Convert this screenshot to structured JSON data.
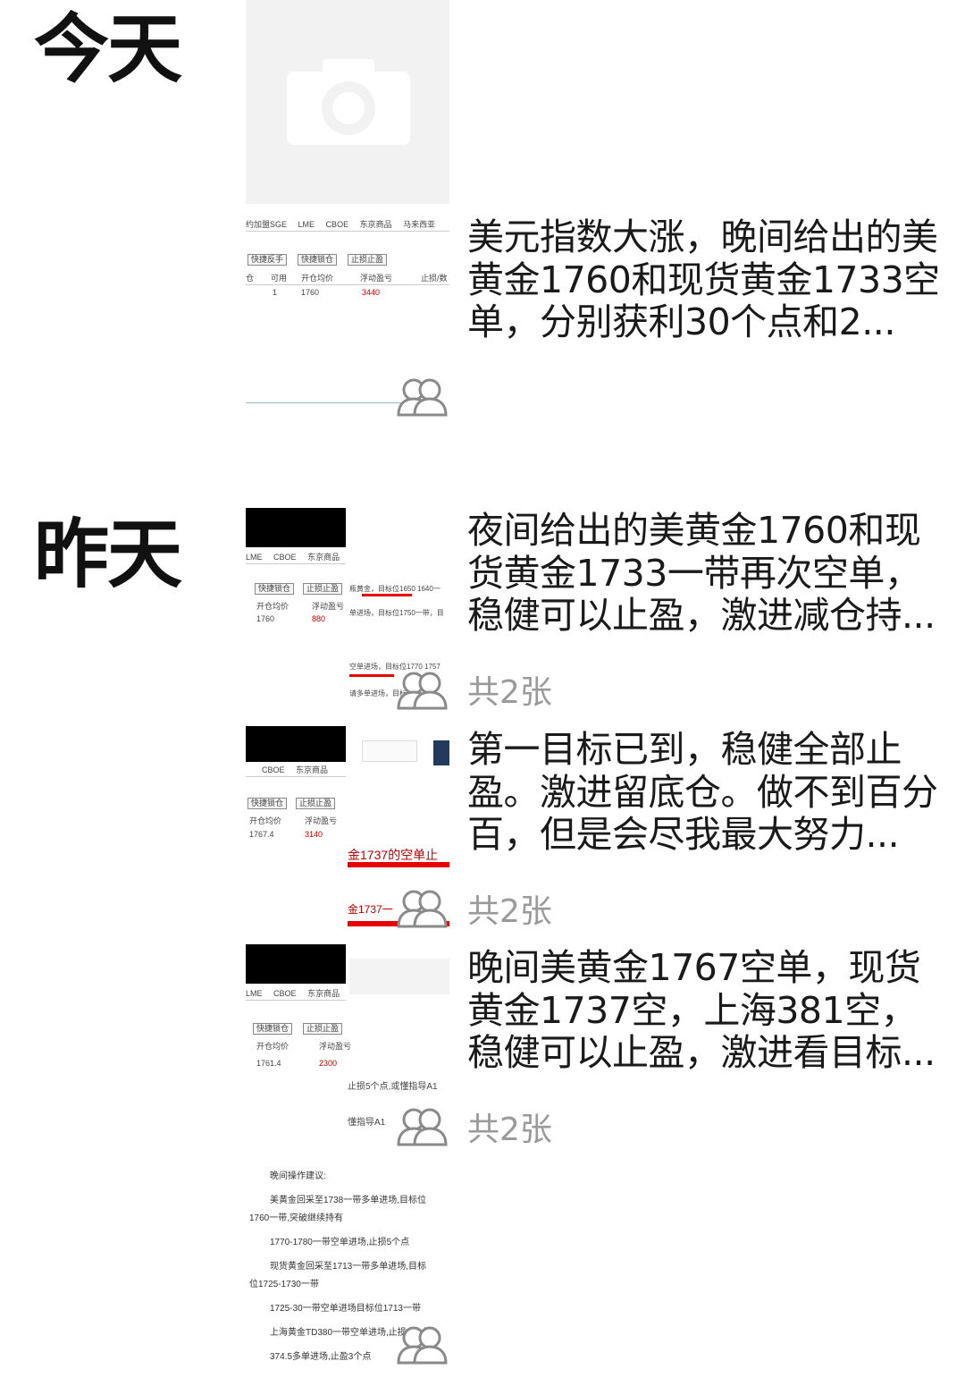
{
  "sections": {
    "today": "今天",
    "yesterday": "昨天"
  },
  "posts": [
    {
      "text": "美元指数大涨，晚间给出的美黄金1760和现货黄金1733空单，分别获利30个点和2...",
      "count": "",
      "thumb": {
        "tabs": [
          "约加盟SGE",
          "LME",
          "CBOE",
          "东京商品",
          "马来西亚"
        ],
        "buttons": [
          "快捷反手",
          "快捷锁仓",
          "止损止盈"
        ],
        "headers": [
          "仓",
          "可用",
          "开仓均价",
          "浮动盈亏",
          "止损/数"
        ],
        "row": [
          "1",
          "1760",
          "3440"
        ]
      }
    },
    {
      "text": "夜间给出的美黄金1760和现货黄金1733一带再次空单，稳健可以止盈，激进减仓持...",
      "count": "共2张",
      "thumb": {
        "tabs": [
          "LME",
          "CBOE",
          "东京商品"
        ],
        "buttons": [
          "快捷锁仓",
          "止损止盈"
        ],
        "headers": [
          "开仓均价",
          "浮动盈亏"
        ],
        "row": [
          "1760",
          "880"
        ],
        "side": [
          "瓶黄金，目标位1650 1640一",
          "单进场，目标位1750一带，目",
          "空单进场，目标位1770 1757",
          "请多单进场，目标"
        ]
      }
    },
    {
      "text": "第一目标已到，稳健全部止盈。激进留底仓。做不到百分百，但是会尽我最大努力...",
      "count": "共2张",
      "thumb": {
        "tabs": [
          "CBOE",
          "东京商品"
        ],
        "buttons": [
          "快捷锁仓",
          "止损止盈"
        ],
        "headers": [
          "开仓均价",
          "浮动盈亏"
        ],
        "row": [
          "1767.4",
          "3140"
        ],
        "side": [
          "金1737的空单止",
          "金1737一"
        ]
      }
    },
    {
      "text": "晚间美黄金1767空单，现货黄金1737空，上海381空，稳健可以止盈，激进看目标...",
      "count": "共2张",
      "thumb": {
        "tabs": [
          "LME",
          "CBOE",
          "东京商品"
        ],
        "buttons": [
          "快捷锁仓",
          "止损止盈"
        ],
        "headers": [
          "开仓均价",
          "浮动盈亏"
        ],
        "row": [
          "1761.4",
          "2300"
        ],
        "side": [
          "止损5个点,或懂指导A1",
          "懂指导A1"
        ]
      }
    },
    {
      "text": "",
      "count": "",
      "thumb": {
        "lines": [
          "晚间操作建议:",
          "美黄金回采至1738一带多单进场,目标位",
          "1760一带,突破继续持有",
          "1770-1780一带空单进场,止损5个点",
          "现货黄金回采至1713一带多单进场,目标",
          "位1725-1730一带",
          "1725-30一带空单进场目标位1713一带",
          "上海黄金TD380一带空单进场,止损3个点",
          "374.5多单进场,止盈3个点"
        ]
      }
    }
  ],
  "colors": {
    "background": "#ffffff",
    "text": "#1a1a1a",
    "count_text": "#9a9a9a",
    "placeholder": "#f2f2f2",
    "highlight_red": "#e60000"
  },
  "icons": {
    "camera": "camera-icon",
    "multi_image": "multi-image-icon"
  }
}
